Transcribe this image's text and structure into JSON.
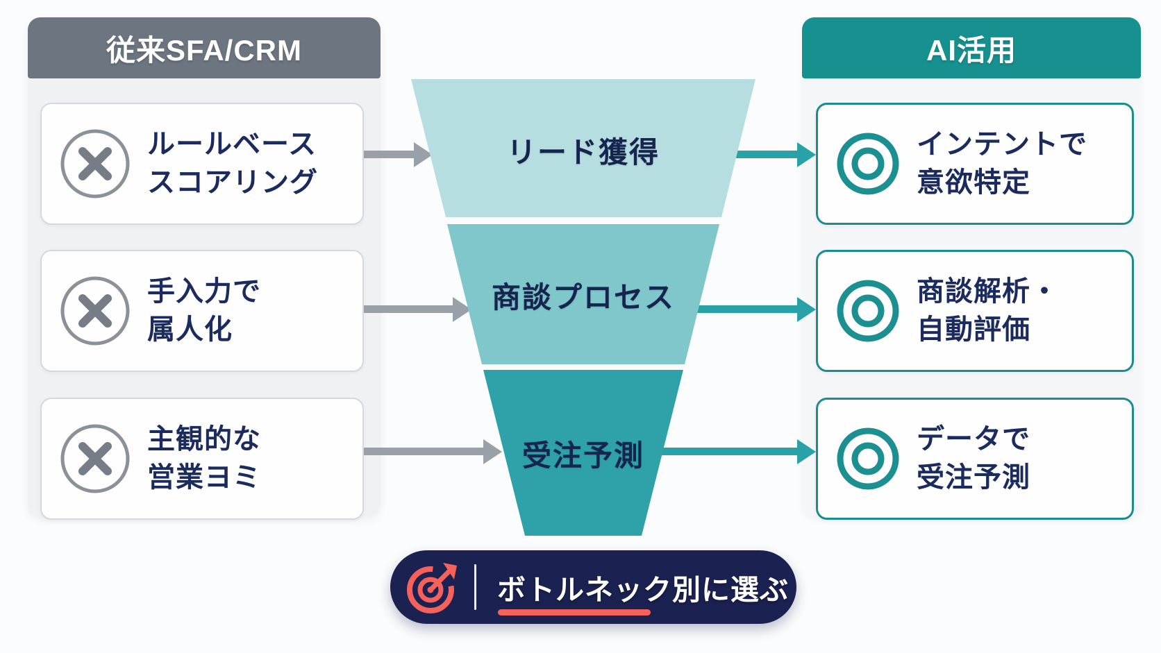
{
  "left_panel": {
    "header": "従来SFA/CRM",
    "items": [
      {
        "line1": "ルールベース",
        "line2": "スコアリング"
      },
      {
        "line1": "手入力で",
        "line2": "属人化"
      },
      {
        "line1": "主観的な",
        "line2": "営業ヨミ"
      }
    ]
  },
  "funnel": {
    "stages": [
      {
        "label": "リード獲得",
        "color": "#b6dde0"
      },
      {
        "label": "商談プロセス",
        "color": "#7fc7cb"
      },
      {
        "label": "受注予測",
        "color": "#2ea2a8"
      }
    ]
  },
  "right_panel": {
    "header": "AI活用",
    "items": [
      {
        "line1": "インテントで",
        "line2": "意欲特定"
      },
      {
        "line1": "商談解析・",
        "line2": "自動評価"
      },
      {
        "line1": "データで",
        "line2": "受注予測"
      }
    ]
  },
  "footer": {
    "label": "ボトルネック別に選ぶ",
    "underlined_portion": "ボトルネック別"
  },
  "colors": {
    "gray_header": "#6d7580",
    "teal_header": "#17918f",
    "navy_text": "#1c2b5e",
    "card_border_gray": "#d6d8dc",
    "card_border_teal": "#1c8c8d",
    "arrow_gray": "#99a0a7",
    "arrow_teal": "#29a2a7",
    "pill_background": "#1b2150",
    "accent_coral": "#f4625b"
  }
}
